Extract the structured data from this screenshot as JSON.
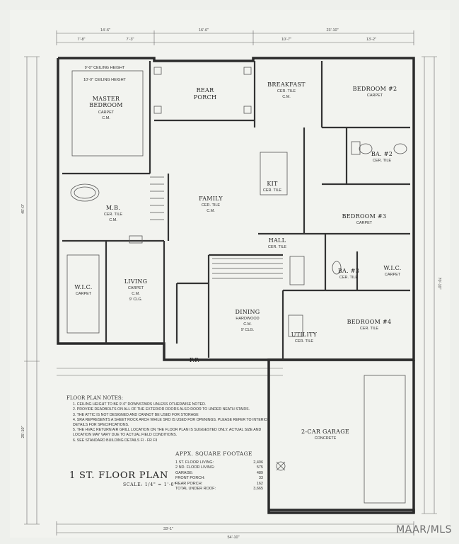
{
  "rooms": {
    "master_bedroom": {
      "name": "MASTER\nBEDROOM",
      "sub": "CARPET",
      "note": "C.M."
    },
    "ceiling_note1": "9'-0\" CEILING HEIGHT",
    "ceiling_note2": "10'-0\" CEILING HEIGHT",
    "rear_porch": {
      "name": "REAR\nPORCH"
    },
    "breakfast": {
      "name": "BREAKFAST",
      "sub": "CER. TILE",
      "note": "C.M."
    },
    "bedroom2": {
      "name": "BEDROOM #2",
      "sub": "CARPET"
    },
    "ba2": {
      "name": "BA. #2",
      "sub": "CER. TILE"
    },
    "kit": {
      "name": "KIT",
      "sub": "CER. TILE"
    },
    "family": {
      "name": "FAMILY",
      "sub": "CER. TILE",
      "note": "C.M."
    },
    "mb": {
      "name": "M.B.",
      "sub": "CER. TILE",
      "note": "C.M."
    },
    "bedroom3": {
      "name": "BEDROOM #3",
      "sub": "CARPET"
    },
    "hall": {
      "name": "HALL",
      "sub": "CER. TILE"
    },
    "wic_left": {
      "name": "W.I.C.",
      "sub": "CARPET"
    },
    "living": {
      "name": "LIVING",
      "sub": "CARPET",
      "note": "C.M.",
      "ceiling": "9' CLG."
    },
    "dining": {
      "name": "DINING",
      "sub": "HARDWOOD",
      "note": "C.M.",
      "ceiling": "9' CLG."
    },
    "ba3": {
      "name": "BA. #3",
      "sub": "CER. TILE"
    },
    "wic_right": {
      "name": "W.I.C.",
      "sub": "CARPET"
    },
    "bedroom4": {
      "name": "BEDROOM #4",
      "sub": "CER. TILE"
    },
    "utility": {
      "name": "UTILITY",
      "sub": "CER. TILE"
    },
    "fp": {
      "name": "F.P."
    },
    "garage": {
      "name": "2-CAR GARAGE",
      "sub": "CONCRETE"
    }
  },
  "dimensions": {
    "top": [
      "14'-6\"",
      "16'-6\"",
      "23'-10\""
    ],
    "top2": [
      "7'-8\"",
      "7'-3\"",
      "10'-7\"",
      "13'-2\""
    ],
    "bottom": [
      "33'-1\"",
      "54'-10\""
    ],
    "left": [
      "45'-0\"",
      "25'-10\""
    ],
    "right": [
      "70'-10\""
    ]
  },
  "notes": {
    "title": "FLOOR PLAN NOTES:",
    "items": [
      "1. CEILING HEIGHT TO BE 9'-0\" DOWNSTAIRS UNLESS OTHERWISE NOTED.",
      "2. PROVIDE DEADBOLTS ON ALL OF THE EXTERIOR DOORS ALSO DOOR TO UNDER NEATH STAIRS.",
      "3. THE ATTIC IS NOT DESIGNED AND CANNOT BE USED FOR STORAGE",
      "4. SRA REPRESENTS A SHEET ROCK ARCH WHILE SRO IS USED FOR OPENINGS. PLEASE REFER TO INTERIOR DETAILS FOR SPECIFICATIONS.",
      "5. THE HVAC RETURN AIR GRILL LOCATION ON THE FLOOR PLAN IS SUGGESTED ONLY. ACTUAL SIZE AND LOCATION MAY VARY DUE TO ACTUAL FIELD CONDITIONS.",
      "6. SEE STANDARD BUILDING DETAILS FI - FR FII"
    ]
  },
  "sqft": {
    "title": "APPX. SQUARE FOOTAGE",
    "rows": [
      {
        "label": "1 ST. FLOOR LIVING:",
        "value": "2,406"
      },
      {
        "label": "2 ND. FLOOR LIVING:",
        "value": "575"
      },
      {
        "label": "GARAGE:",
        "value": "489"
      },
      {
        "label": "FRONT PORCH:",
        "value": "33"
      },
      {
        "label": "REAR PORCH:",
        "value": "162"
      },
      {
        "label": "TOTAL UNDER ROOF:",
        "value": "3,665"
      }
    ]
  },
  "title": {
    "main": "1 ST. FLOOR PLAN",
    "scale": "SCALE: 1/4\" = 1'-0\""
  },
  "watermark": "MAAR/MLS"
}
